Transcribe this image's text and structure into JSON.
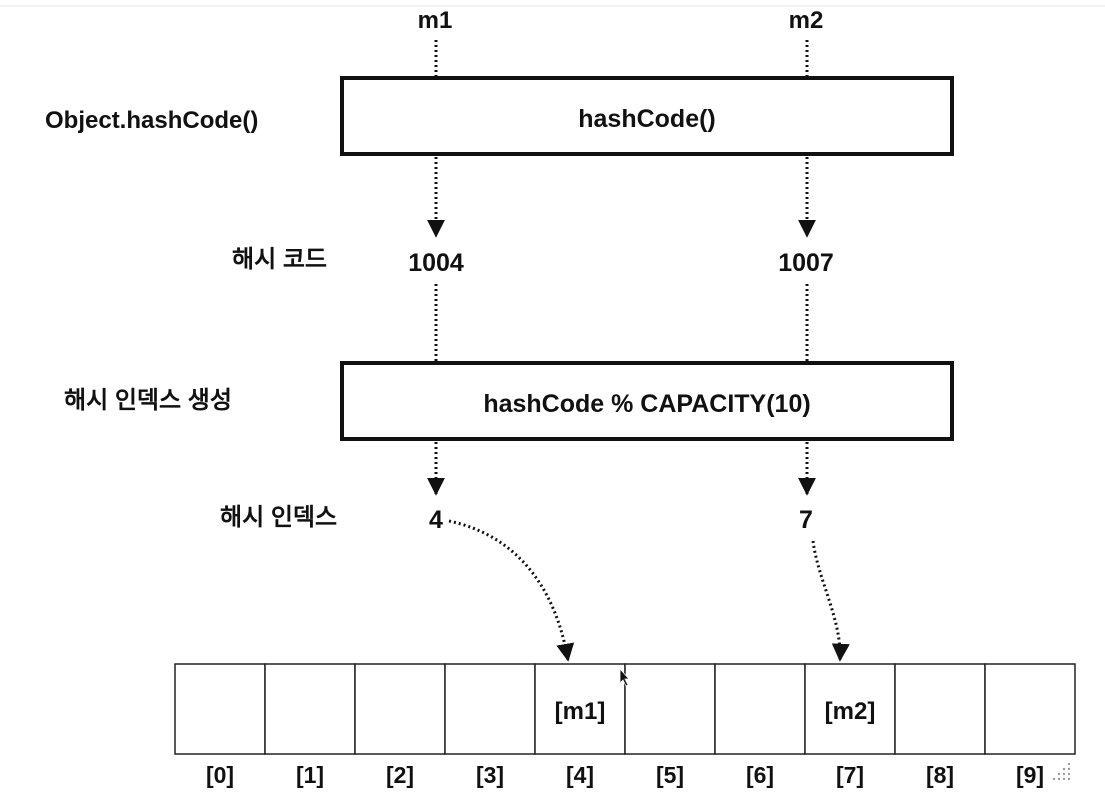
{
  "inputs": [
    "m1",
    "m2"
  ],
  "labels": {
    "object_hashcode": "Object.hashCode()",
    "hash_code": "해시 코드",
    "make_index": "해시 인덱스 생성",
    "hash_index": "해시 인덱스"
  },
  "boxes": {
    "hash_fn": "hashCode()",
    "index_fn": "hashCode % CAPACITY(10)"
  },
  "hash_codes": [
    "1004",
    "1007"
  ],
  "hash_indices": [
    "4",
    "7"
  ],
  "array": {
    "cells": [
      "",
      "",
      "",
      "",
      "[m1]",
      "",
      "",
      "[m2]",
      "",
      ""
    ],
    "indices": [
      "[0]",
      "[1]",
      "[2]",
      "[3]",
      "[4]",
      "[5]",
      "[6]",
      "[7]",
      "[8]",
      "[9]"
    ]
  }
}
